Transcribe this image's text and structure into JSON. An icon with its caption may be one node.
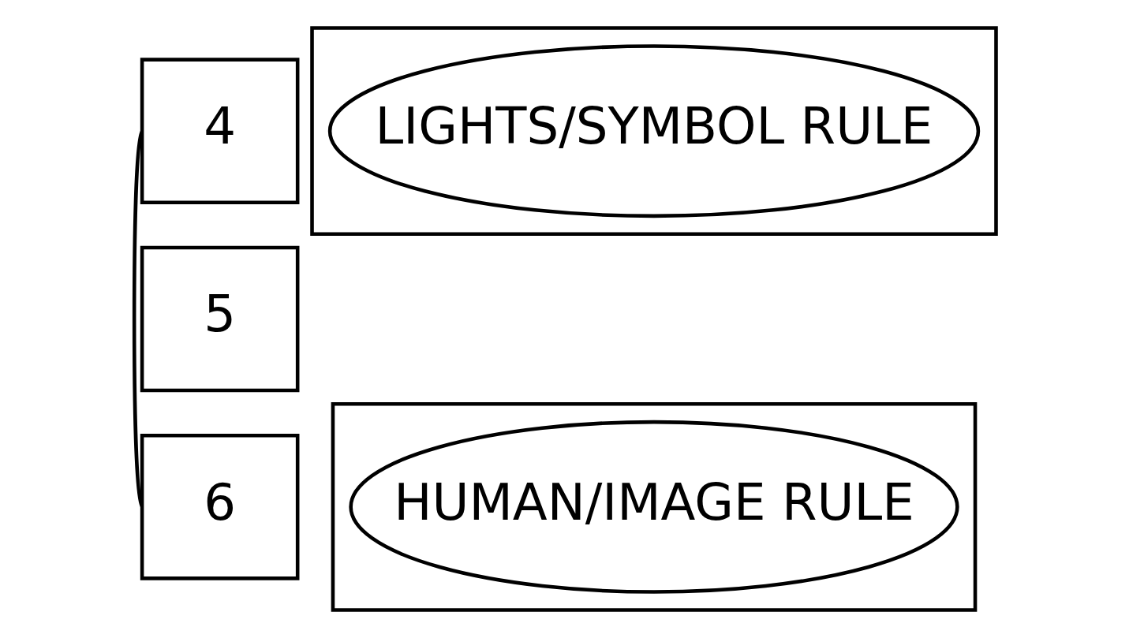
{
  "diagram": {
    "nodes": [
      {
        "text": [
          "4"
        ]
      },
      {
        "text": [],
        "shape": "box"
      },
      {
        "text": [
          "LIGHTS/SYMBOL RULE"
        ],
        "in": 1
      },
      {
        "text": [
          "5"
        ]
      },
      {
        "text": [
          "6"
        ]
      },
      {
        "text": [],
        "shape": "box"
      },
      {
        "text": [
          "HUMAN/IMAGE RULE"
        ],
        "in": 5
      }
    ],
    "edges": [
      {
        "from": 0,
        "to": 4,
        "arrow": "none"
      }
    ]
  }
}
